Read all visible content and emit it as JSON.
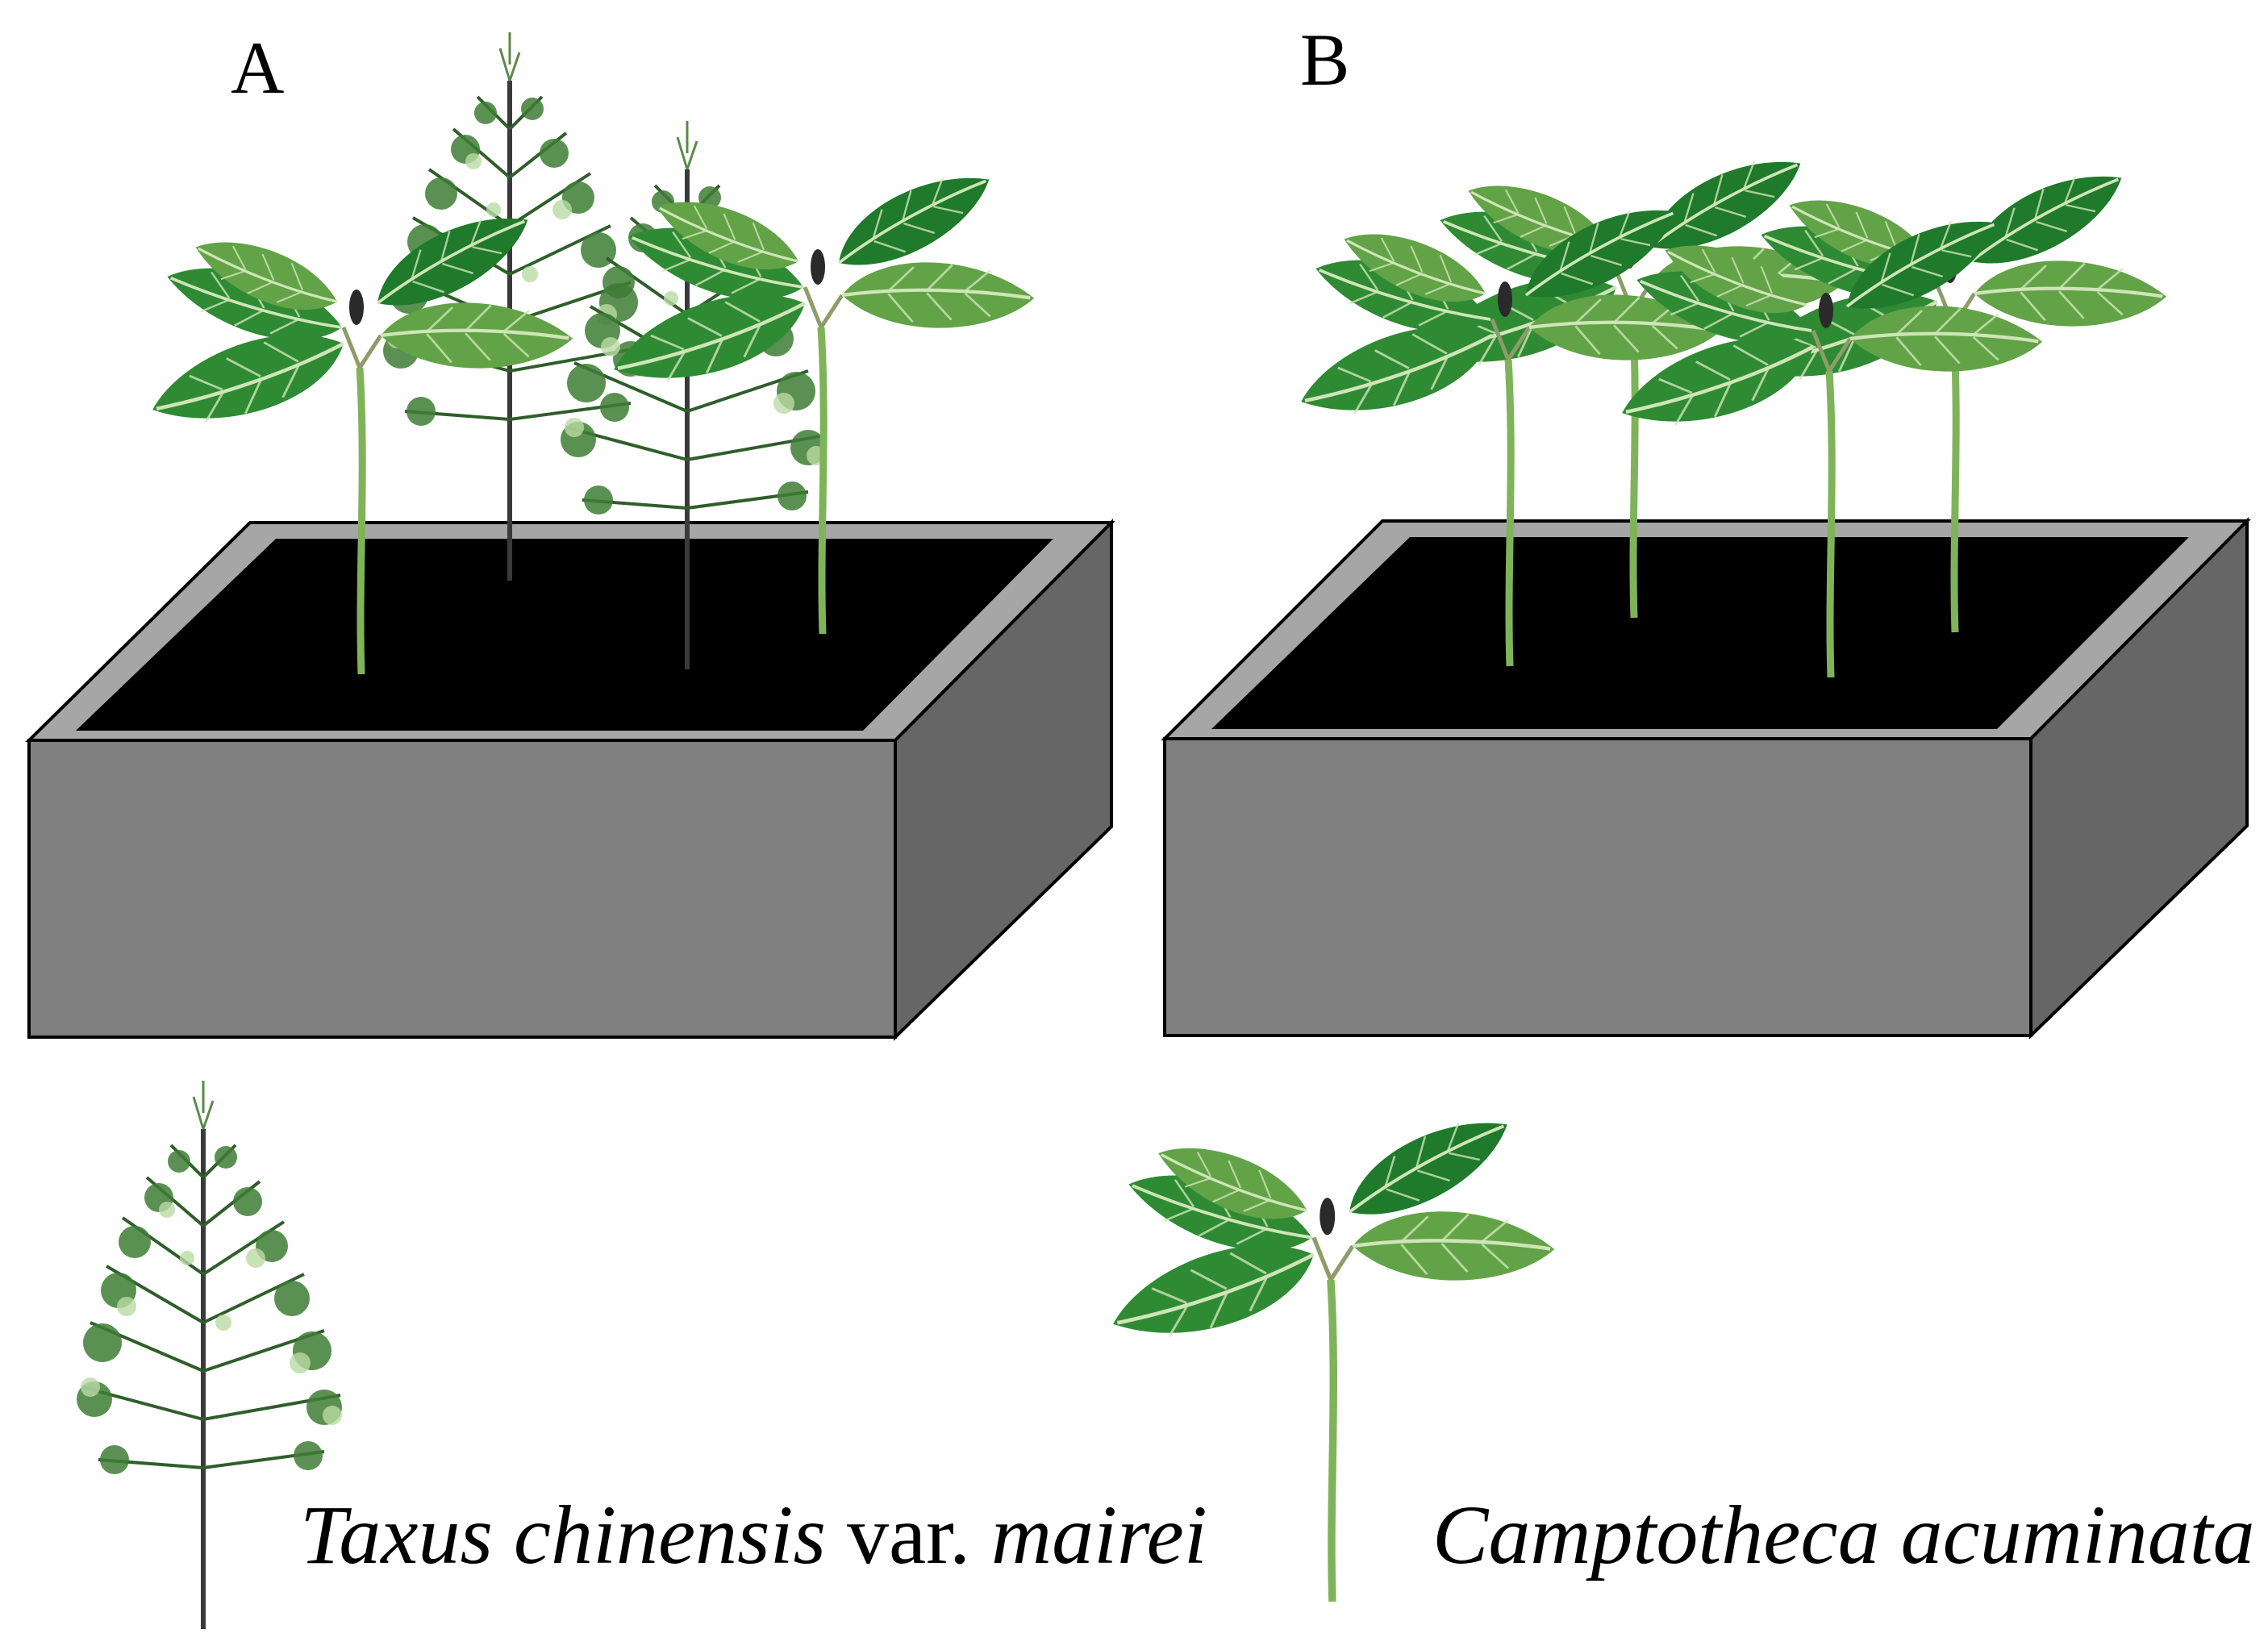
{
  "panels": {
    "a_label": "A",
    "b_label": "B"
  },
  "legend": {
    "taxus": {
      "genus_species": "Taxus chinensis",
      "rank": " var. ",
      "variety": "mairei"
    },
    "camptotheca": {
      "name": "Camptotheca acuminata"
    }
  },
  "colors": {
    "pot_front": "#808080",
    "pot_side": "#666666",
    "pot_rim": "#a6a6a6",
    "soil": "#000000",
    "leaf_dark": "#1e7a2a",
    "leaf_light": "#6fae4a",
    "stem": "#7fb35a",
    "conifer": "#2d5a2a"
  }
}
